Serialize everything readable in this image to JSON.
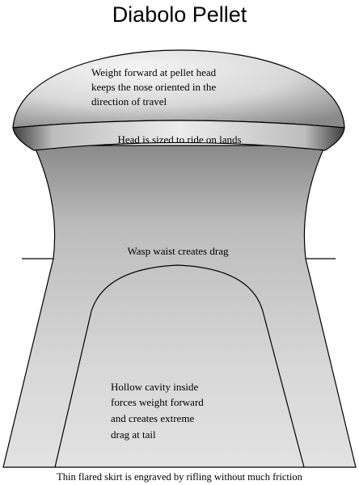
{
  "title": "Diabolo Pellet",
  "annotations": {
    "head_weight": [
      "Weight forward at pellet head",
      "keeps the nose oriented in the",
      "direction of travel"
    ],
    "head_size": "Head is sized to ride on lands",
    "waist": "Wasp waist creates drag",
    "cavity": [
      "Hollow cavity inside",
      "forces weight forward",
      "and creates extreme",
      "drag at tail"
    ],
    "skirt": "Thin flared skirt is engraved by rifling without much friction"
  },
  "colors": {
    "head_light": "#f4f4f4",
    "head_dark": "#8a8a8a",
    "band_light": "#e6e6e6",
    "band_dark": "#3a3a3a",
    "body_light": "#e2e2e2",
    "body_mid": "#b9b9b9",
    "body_dark": "#7a7a7a",
    "outline": "#000000"
  }
}
